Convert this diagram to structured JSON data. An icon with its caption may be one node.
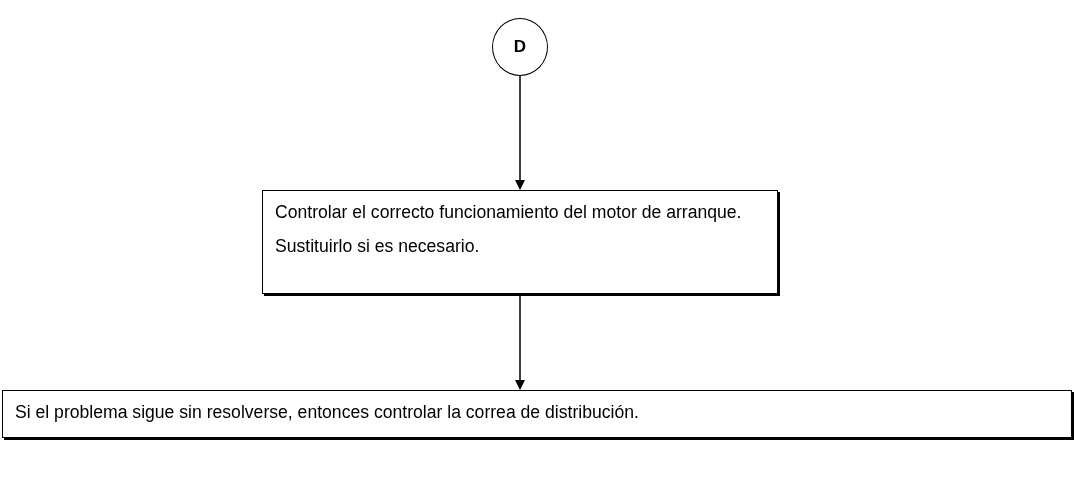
{
  "diagram": {
    "nodes": [
      {
        "text": [
          "D"
        ]
      },
      {
        "text": [
          "Controlar el correcto funcionamiento del motor de arranque.",
          "Sustituirlo si es necesario."
        ]
      },
      {
        "text": [
          "Si el problema sigue sin resolverse, entonces controlar la correa de distribución."
        ]
      }
    ],
    "edges": [
      {
        "from": 0,
        "to": 1,
        "arrow": "to"
      },
      {
        "from": 1,
        "to": 2,
        "arrow": "to"
      }
    ]
  }
}
